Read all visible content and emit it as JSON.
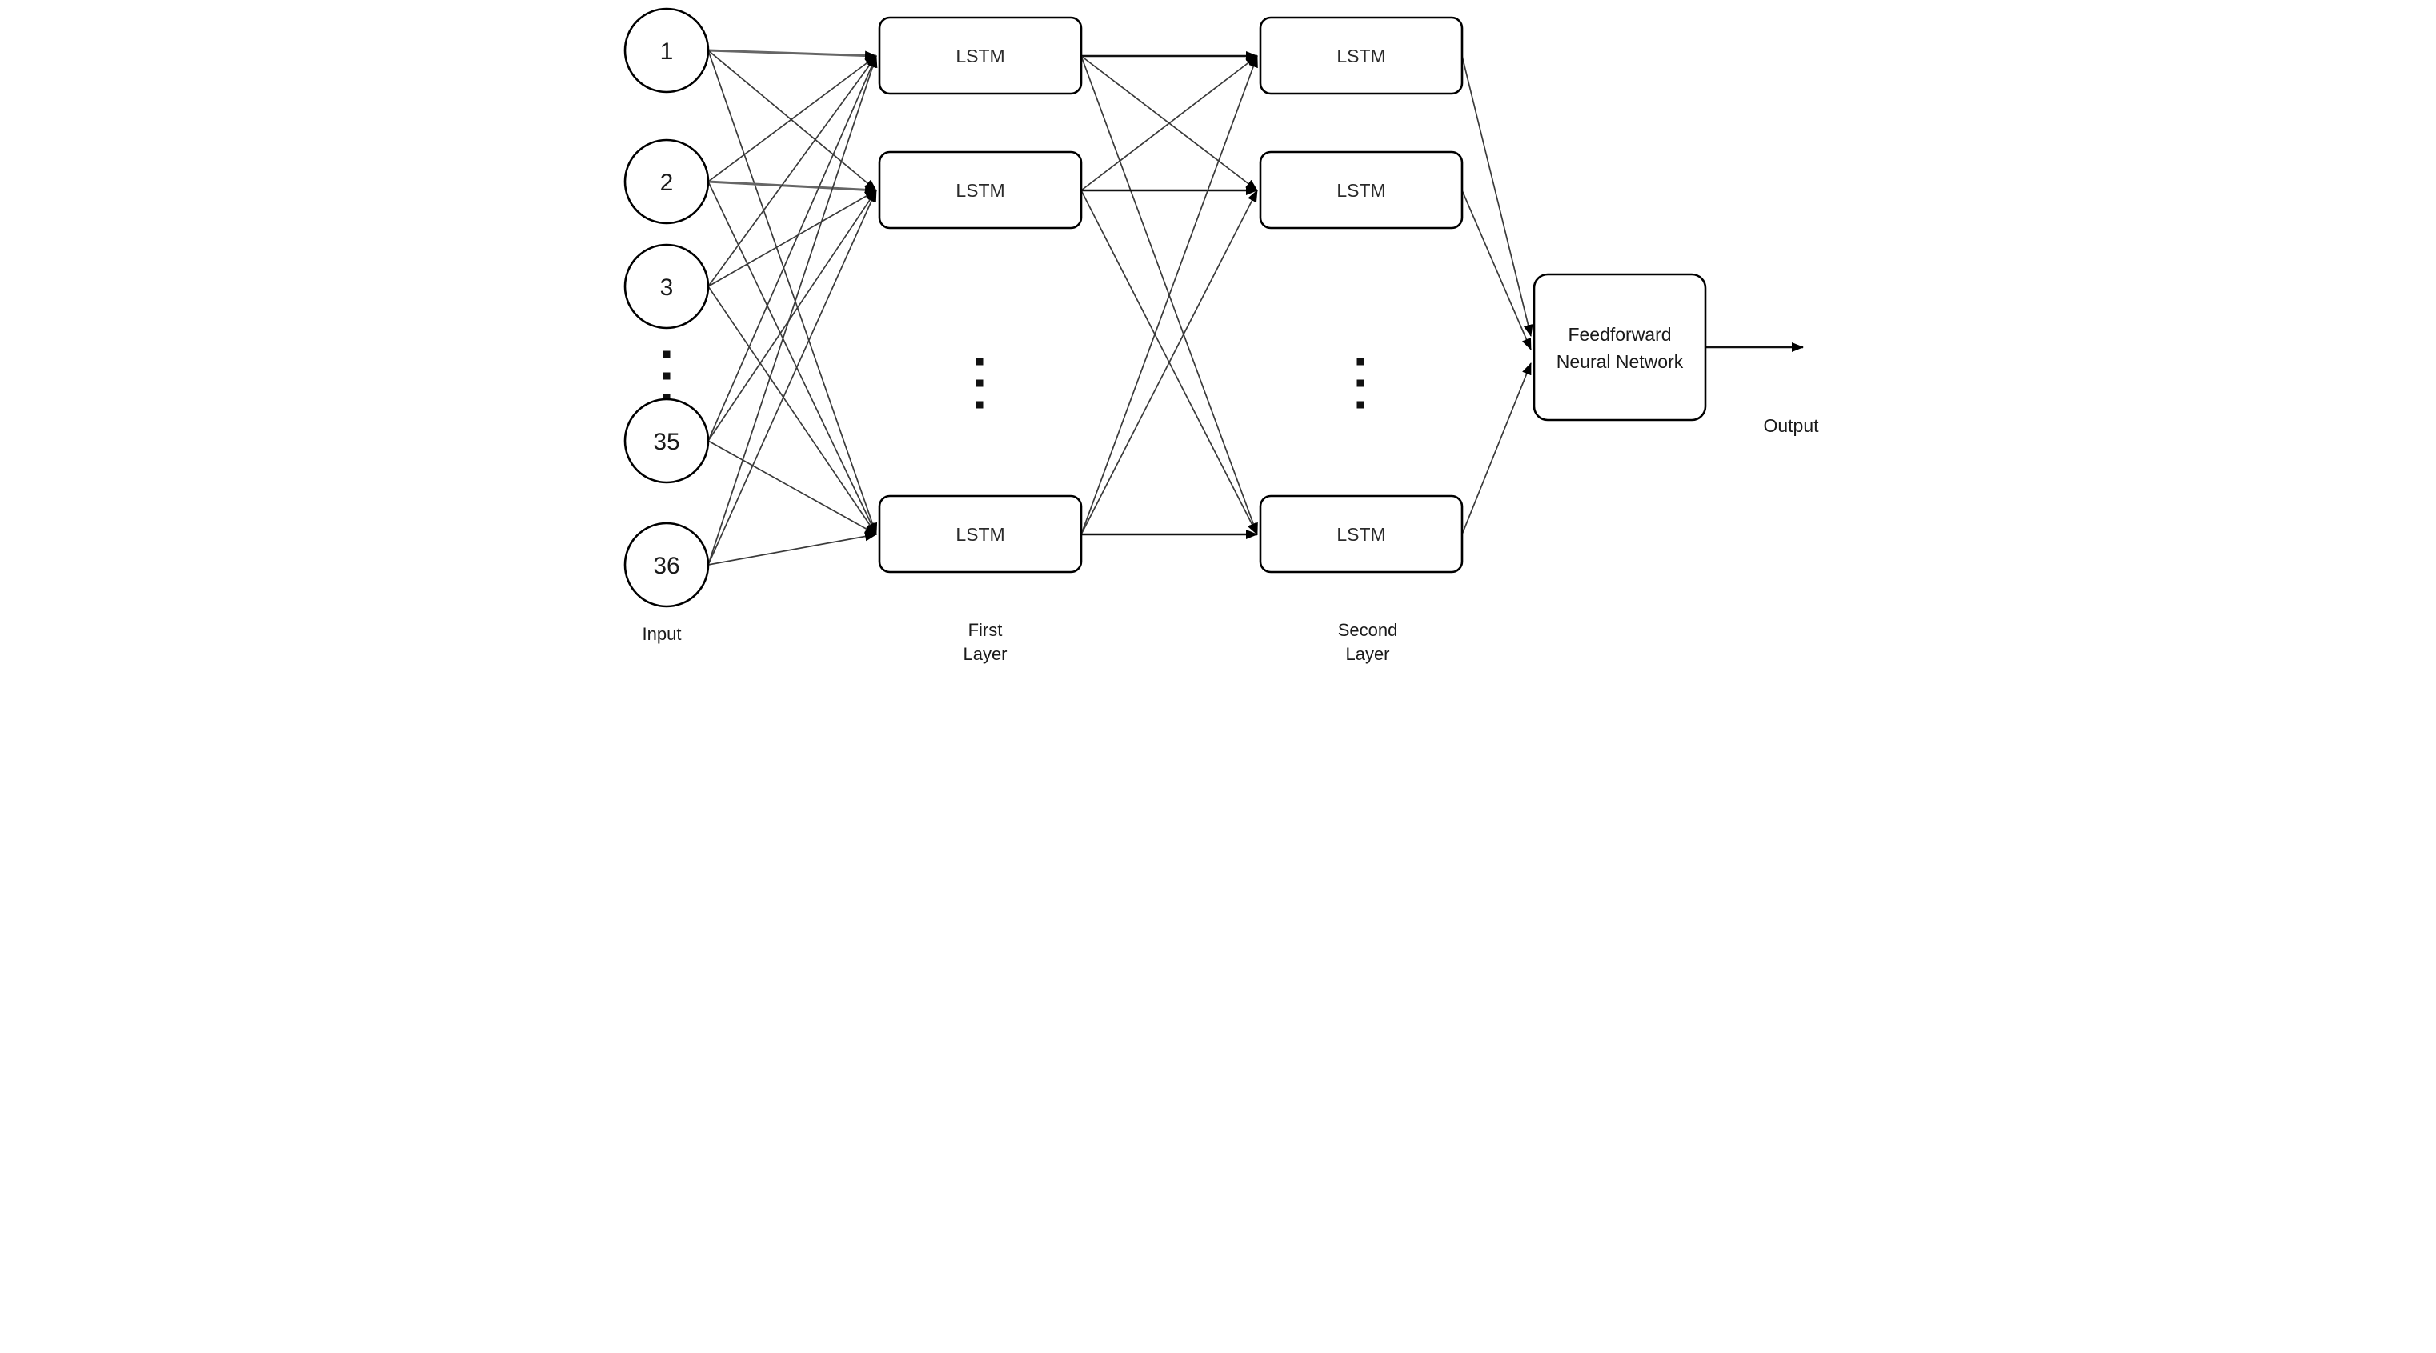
{
  "diagram": {
    "type": "neural-network-architecture",
    "input": {
      "label": "Input",
      "nodes": [
        "1",
        "2",
        "3",
        "35",
        "36"
      ],
      "ellipsis": "⋮"
    },
    "layer1": {
      "label_lines": [
        "First",
        "Layer"
      ],
      "nodes": [
        "LSTM",
        "LSTM",
        "LSTM"
      ],
      "ellipsis": "⋮"
    },
    "layer2": {
      "label_lines": [
        "Second",
        "Layer"
      ],
      "nodes": [
        "LSTM",
        "LSTM",
        "LSTM"
      ],
      "ellipsis": "⋮"
    },
    "ffnn": {
      "lines": [
        "Feedforward",
        "Neural Network"
      ]
    },
    "output": {
      "label": "Output"
    },
    "colors": {
      "background": "#ffffff",
      "node_fill": "#ffffff",
      "node_stroke": "#000000",
      "edge": "#3a3a3a",
      "text": "#1a1a1a"
    }
  }
}
